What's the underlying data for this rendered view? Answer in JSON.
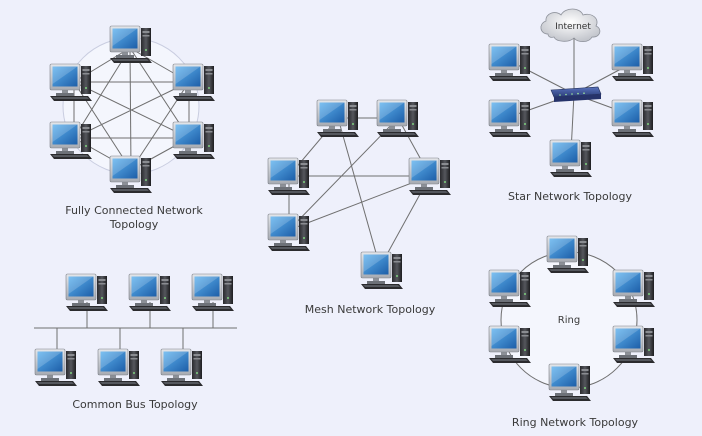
{
  "captions": {
    "fully_connected_line1": "Fully Connected Network",
    "fully_connected_line2": "Topology",
    "mesh": "Mesh Network Topology",
    "star": "Star Network Topology",
    "bus": "Common Bus Topology",
    "ring": "Ring Network Topology"
  },
  "labels": {
    "internet": "Internet",
    "ring_center": "Ring"
  },
  "icons": {
    "computer": "desktop-computer-icon",
    "hub": "network-switch-icon",
    "cloud": "internet-cloud-icon"
  },
  "colors": {
    "background": "#eef0fb",
    "ring_fill": "#f4f6fd",
    "link": "#6f6f6f",
    "monitor_screen": "#2f7fc6",
    "hub": "#3a4f8f",
    "text": "#3a3a3a"
  }
}
